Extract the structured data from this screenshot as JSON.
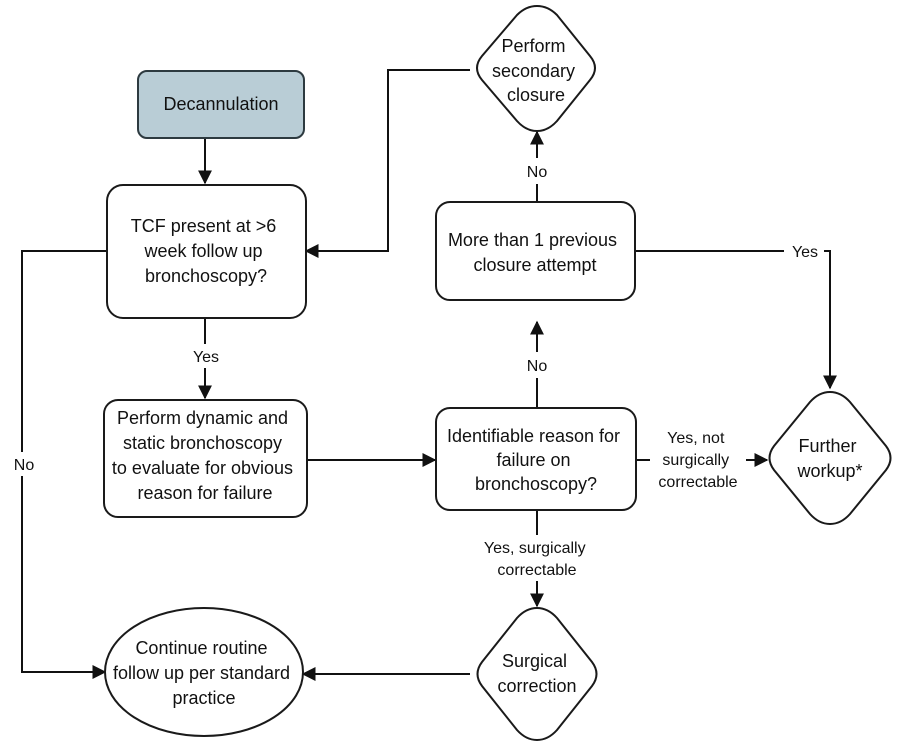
{
  "nodes": {
    "decannulation": {
      "lines": [
        "Decannulation"
      ]
    },
    "tcf_present": {
      "lines": [
        "TCF present at >6",
        "week follow up",
        "bronchoscopy?"
      ]
    },
    "perform_bronchoscopy": {
      "lines": [
        "Perform dynamic and",
        "static bronchoscopy",
        "to evaluate for obvious",
        "reason for failure"
      ]
    },
    "identifiable_reason": {
      "lines": [
        "Identifiable reason for",
        "failure on",
        "bronchoscopy?"
      ]
    },
    "more_than_one": {
      "lines": [
        "More than 1 previous",
        "closure attempt"
      ]
    },
    "secondary_closure": {
      "lines": [
        "Perform",
        "secondary",
        "closure"
      ]
    },
    "further_workup": {
      "lines": [
        "Further",
        "workup*"
      ]
    },
    "surgical_correction": {
      "lines": [
        "Surgical",
        "correction"
      ]
    },
    "continue_routine": {
      "lines": [
        "Continue routine",
        "follow up per standard",
        "practice"
      ]
    }
  },
  "edge_labels": {
    "yes_to_perform": [
      "Yes"
    ],
    "no_to_continue": [
      "No"
    ],
    "no_to_more_than_one": [
      "No"
    ],
    "no_to_secondary": [
      "No"
    ],
    "yes_to_further": [
      "Yes"
    ],
    "yes_not_correctable": [
      "Yes, not",
      "surgically",
      "correctable"
    ],
    "yes_correctable": [
      "Yes, surgically",
      "correctable"
    ]
  },
  "colors": {
    "start_fill": "#b9cdd6",
    "stroke": "#1a1a1a",
    "background": "#ffffff"
  }
}
